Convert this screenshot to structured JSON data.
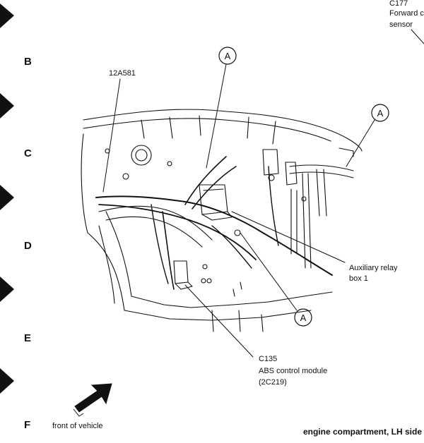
{
  "grid_letters": [
    "B",
    "C",
    "D",
    "E",
    "F"
  ],
  "labels": {
    "top_right_line1": "C177",
    "top_right_line2": "Forward c",
    "top_right_line3": "sensor",
    "part_12a581": "12A581",
    "aux_relay_line1": "Auxiliary relay",
    "aux_relay_line2": "box 1",
    "c135_line1": "C135",
    "c135_line2": "ABS control module",
    "c135_line3": "(2C219)",
    "front_of_vehicle": "front of vehicle",
    "footer": "engine compartment, LH side"
  },
  "callouts": [
    "A",
    "A",
    "A"
  ]
}
